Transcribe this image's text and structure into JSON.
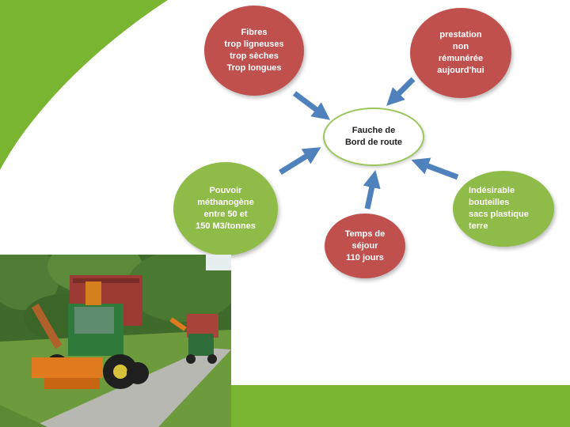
{
  "colors": {
    "accent_green": "#79b530",
    "node_red": "#c0504d",
    "node_green": "#8fbc48",
    "arrow_blue": "#4f81bd"
  },
  "diagram": {
    "center": "Fauche de\nBord de route",
    "nodes": {
      "fibres": "Fibres\ntrop ligneuses\ntrop sèches\nTrop longues",
      "prestation": "prestation\nnon\nrémunérée\naujourd'hui",
      "pouvoir": "Pouvoir\nméthanogène\nentre 50 et\n150 M3/tonnes",
      "indesirable": "Indésirable\nbouteilles\nsacs plastique\nterre",
      "temps": "Temps de\nséjour\n110 jours"
    }
  },
  "photo": {
    "subject": "tractors mowing roadside verge"
  }
}
